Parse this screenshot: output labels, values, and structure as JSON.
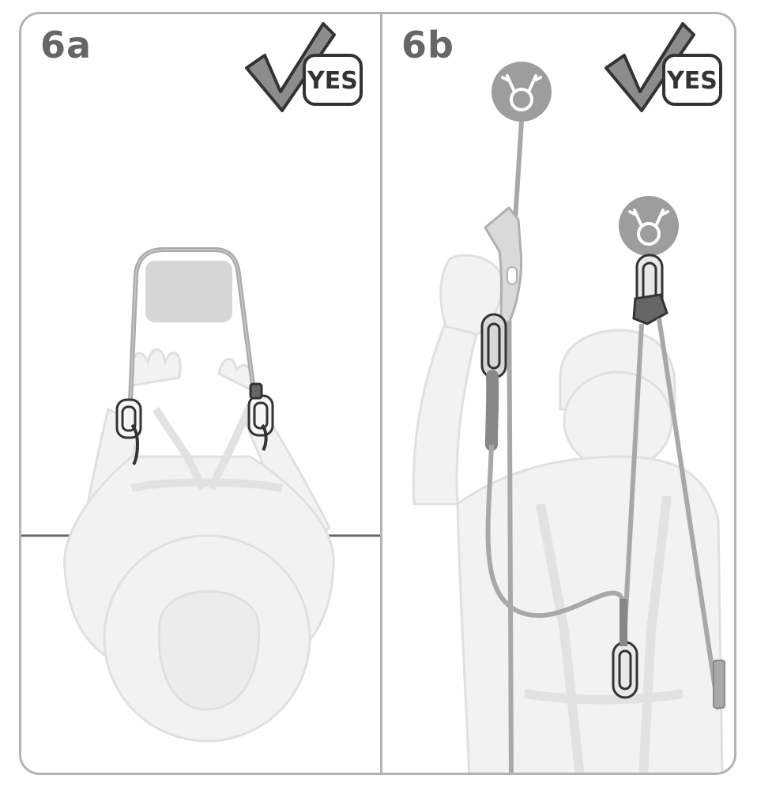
{
  "panels": [
    {
      "id": "6a",
      "label": "6a",
      "badge": "YES"
    },
    {
      "id": "6b",
      "label": "6b",
      "badge": "YES"
    }
  ],
  "colors": {
    "frame": "#b3b3b3",
    "label": "#666666",
    "figure_fill": "#f2f2f2",
    "figure_stroke": "#e0e0e0",
    "equipment": "#a8a8a8",
    "anchor": "#9d9d9d",
    "check_fill": "#8c8c8c",
    "outline": "#333333"
  },
  "icons": [
    "checkmark-icon",
    "anchor-point-icon",
    "carabiner-icon",
    "rope-grab-icon"
  ]
}
